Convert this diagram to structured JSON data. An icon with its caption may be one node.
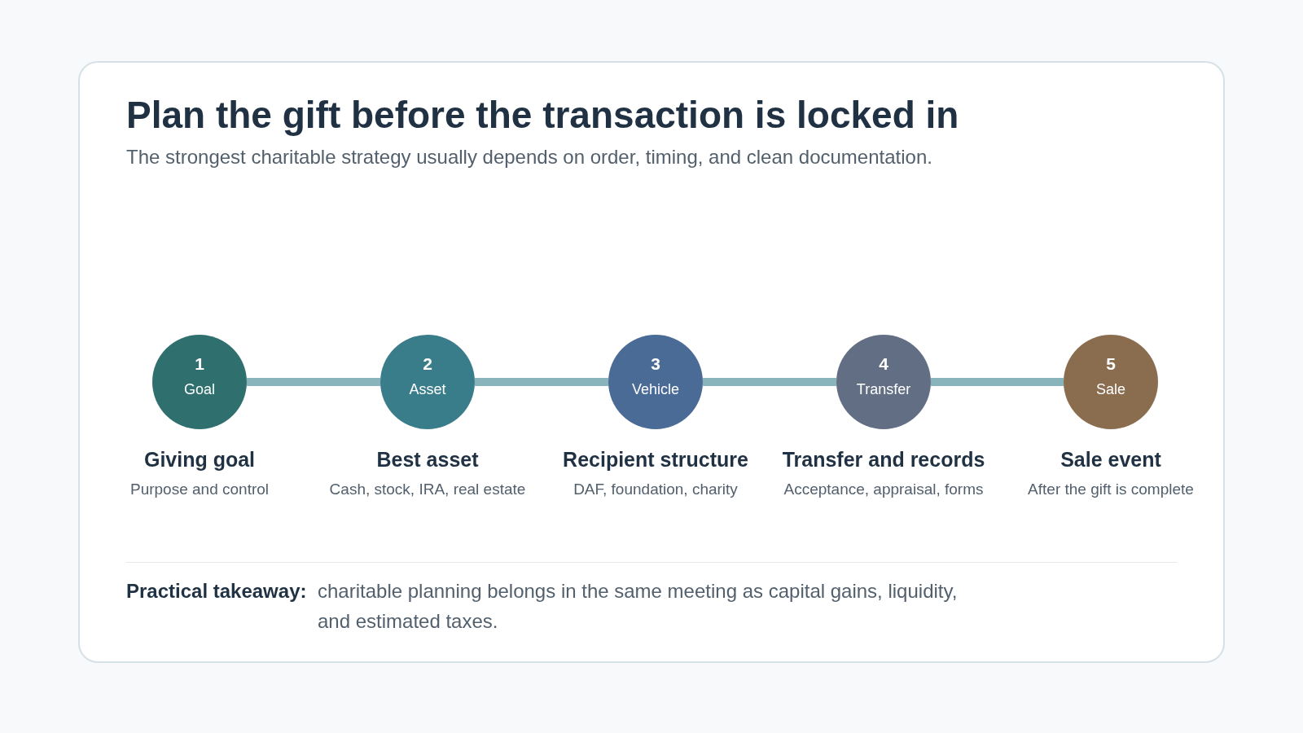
{
  "diagram": {
    "title": "Plan the gift before the transaction is locked in",
    "nodes": [
      {
        "text": [
          "1",
          "Goal"
        ],
        "beside": [
          "Giving goal",
          "Purpose and control"
        ]
      },
      {
        "text": [
          "2",
          "Asset"
        ],
        "beside": [
          "Best asset",
          "Cash, stock, IRA, real estate"
        ]
      },
      {
        "text": [
          "3",
          "Vehicle"
        ],
        "beside": [
          "Recipient structure",
          "DAF, foundation, charity"
        ]
      },
      {
        "text": [
          "4",
          "Transfer"
        ],
        "beside": [
          "Transfer and records",
          "Acceptance, appraisal, forms"
        ]
      },
      {
        "text": [
          "5",
          "Sale"
        ],
        "beside": [
          "Sale event",
          "After the gift is complete"
        ]
      }
    ],
    "edges": [
      {
        "from": 0,
        "to": 1,
        "arrow": "none"
      },
      {
        "from": 1,
        "to": 2,
        "arrow": "none"
      },
      {
        "from": 2,
        "to": 3,
        "arrow": "none"
      },
      {
        "from": 3,
        "to": 4,
        "arrow": "none"
      }
    ],
    "labels": [
      "The strongest charitable strategy usually depends on order, timing, and clean documentation.",
      "Practical takeaway:",
      "charitable planning belongs in the same meeting as capital gains, liquidity, and estimated taxes."
    ]
  }
}
